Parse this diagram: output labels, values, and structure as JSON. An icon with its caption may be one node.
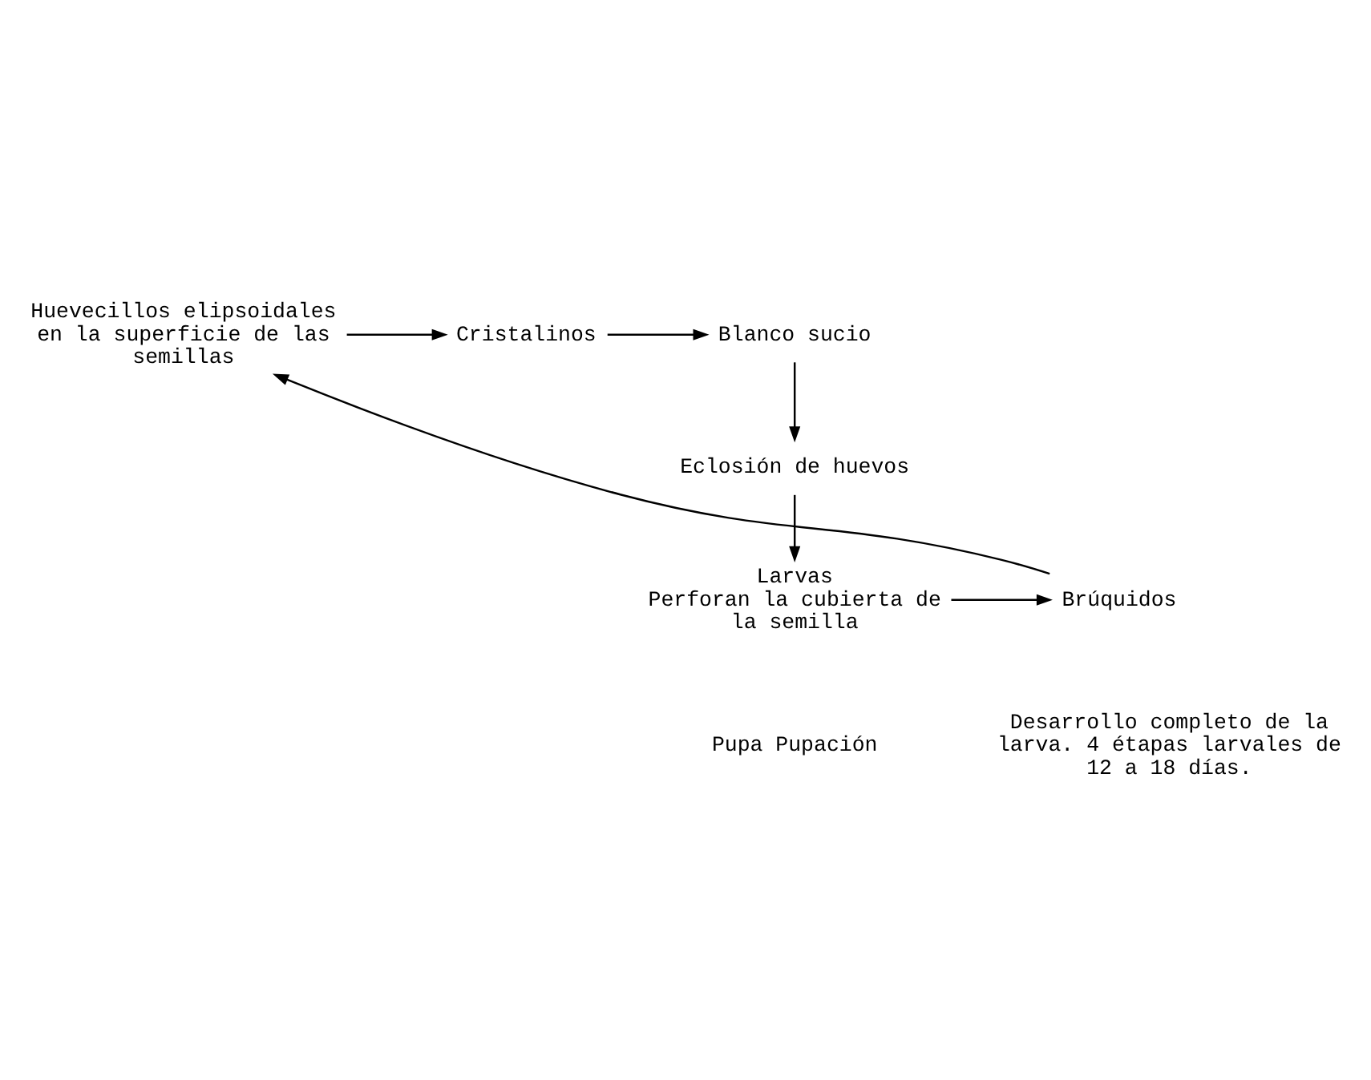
{
  "diagram": {
    "nodes": [
      {
        "text": [
          "Huevecillos elipsoidales en la superficie de las semillas"
        ]
      },
      {
        "text": [
          "Cristalinos"
        ]
      },
      {
        "text": [
          "Blanco sucio"
        ]
      },
      {
        "text": [
          "Eclosión de huevos"
        ]
      },
      {
        "text": [
          "Larvas",
          "Perforan la cubierta de la semilla"
        ]
      },
      {
        "text": [
          "Brúquidos"
        ]
      }
    ],
    "edges": [
      {
        "from": 0,
        "to": 1,
        "arrow": "to"
      },
      {
        "from": 1,
        "to": 2,
        "arrow": "to"
      },
      {
        "from": 2,
        "to": 3,
        "arrow": "to"
      },
      {
        "from": 3,
        "to": 4,
        "arrow": "to"
      },
      {
        "from": 4,
        "to": 5,
        "arrow": "to"
      },
      {
        "from": 5,
        "to": 0,
        "arrow": "to"
      }
    ],
    "labels": [
      "Pupa Pupación",
      "Desarrollo completo de la larva. 4 étapas larvales de 12 a 18 días."
    ]
  }
}
